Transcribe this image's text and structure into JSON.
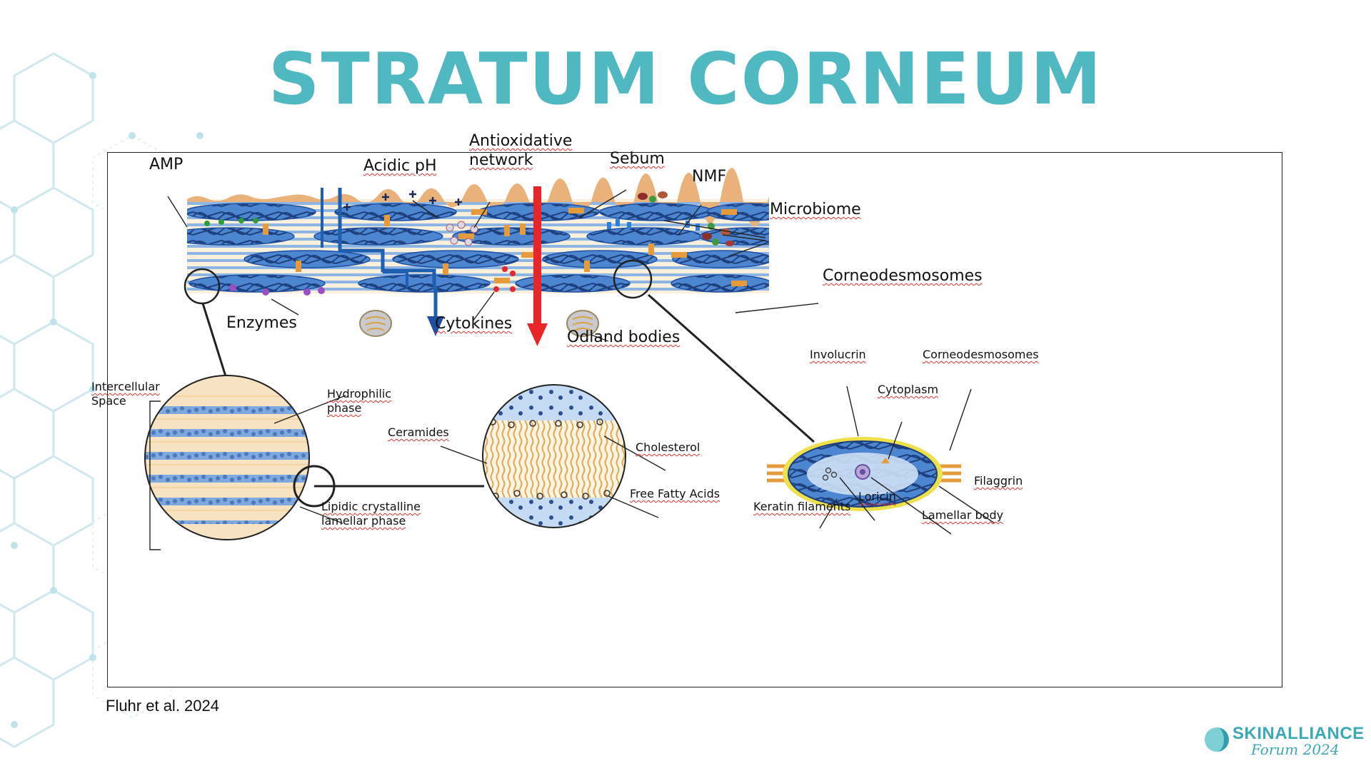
{
  "slide": {
    "title": "STRATUM CORNEUM",
    "citation": "Fluhr et al. 2024",
    "brand_colors": {
      "teal": "#4fb8c0",
      "diagram_blue": "#4a7fc8",
      "barrier_red": "#e8262a",
      "desmosome_orange": "#e59a3c"
    }
  },
  "logo": {
    "name": "SKINALLIANCE",
    "sub": "Forum 2024"
  },
  "diagram": {
    "top_labels": {
      "amp": "AMP",
      "acidic_ph": "Acidic pH",
      "antioxidative_1": "Antioxidative",
      "antioxidative_2": "network",
      "sebum": "Sebum",
      "nmf": "NMF",
      "microbiome": "Microbiome",
      "corneodesmosomes": "Corneodesmosomes",
      "enzymes": "Enzymes",
      "cytokines": "Cytokines",
      "odland": "Odland bodies"
    },
    "lipid_circle_labels": {
      "intercellular_1": "Intercellular",
      "intercellular_2": "Space",
      "hydrophilic_1": "Hydrophilic",
      "hydrophilic_2": "phase",
      "lipidic_1": "Lipidic crystalline",
      "lipidic_2": "lamellar phase"
    },
    "zoom_circle_labels": {
      "ceramides": "Ceramides",
      "cholesterol": "Cholesterol",
      "ffa": "Free Fatty Acids"
    },
    "cell_labels": {
      "involucrin": "Involucrin",
      "corneodesmosomes": "Corneodesmosomes",
      "cytoplasm": "Cytoplasm",
      "filaggrin": "Filaggrin",
      "loricin": "Loricin",
      "keratin": "Keratin filaments",
      "lamellar_body": "Lamellar body"
    }
  }
}
